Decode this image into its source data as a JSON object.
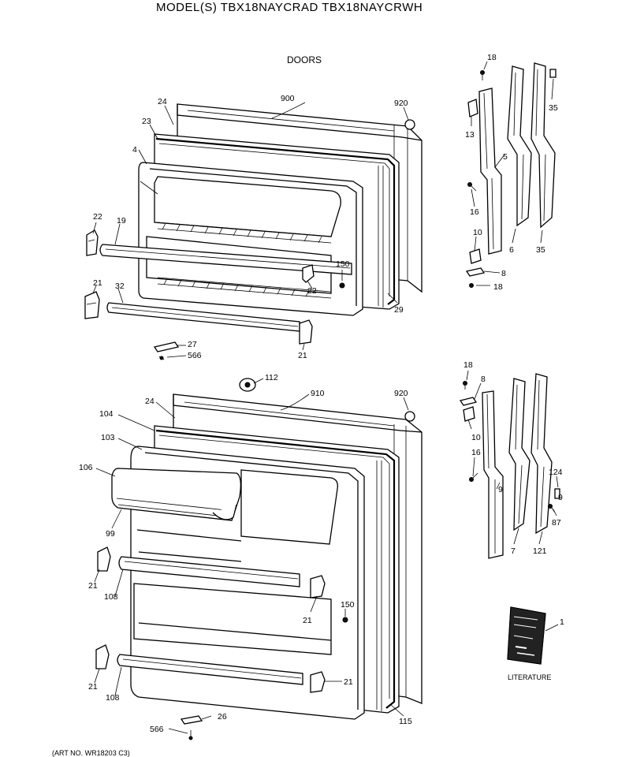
{
  "title": "MODEL(S) TBX18NAYCRAD  TBX18NAYCRWH",
  "section_heading": "DOORS",
  "art_number": "(ART NO. WR18203 C3)",
  "literature_label": "LITERATURE",
  "callouts": {
    "fz_18a": "18",
    "fz_900": "900",
    "fz_920": "920",
    "fz_24": "24",
    "fz_23": "23",
    "fz_4": "4",
    "fz_22a": "22",
    "fz_19": "19",
    "fz_21a": "21",
    "fz_32": "32",
    "fz_150": "150",
    "fz_22b": "22",
    "fz_29": "29",
    "fz_27": "27",
    "fz_566": "566",
    "fz_21b": "21",
    "fz_13": "13",
    "fz_35a": "35",
    "fz_5": "5",
    "fz_16": "16",
    "fz_10": "10",
    "fz_6": "6",
    "fz_35b": "35",
    "fz_8": "8",
    "fz_18b": "18",
    "ff_112": "112",
    "ff_910": "910",
    "ff_920": "920",
    "ff_24": "24",
    "ff_104": "104",
    "ff_103": "103",
    "ff_106": "106",
    "ff_99": "99",
    "ff_21a": "21",
    "ff_108a": "108",
    "ff_21b": "21",
    "ff_150": "150",
    "ff_21c": "21",
    "ff_108b": "108",
    "ff_21d": "21",
    "ff_115": "115",
    "ff_566": "566",
    "ff_26": "26",
    "ff_18": "18",
    "ff_8": "8",
    "ff_10": "10",
    "ff_16": "16",
    "ff_9a": "9",
    "ff_124": "124",
    "ff_9b": "9",
    "ff_87": "87",
    "ff_7": "7",
    "ff_121": "121",
    "lit_1": "1"
  }
}
